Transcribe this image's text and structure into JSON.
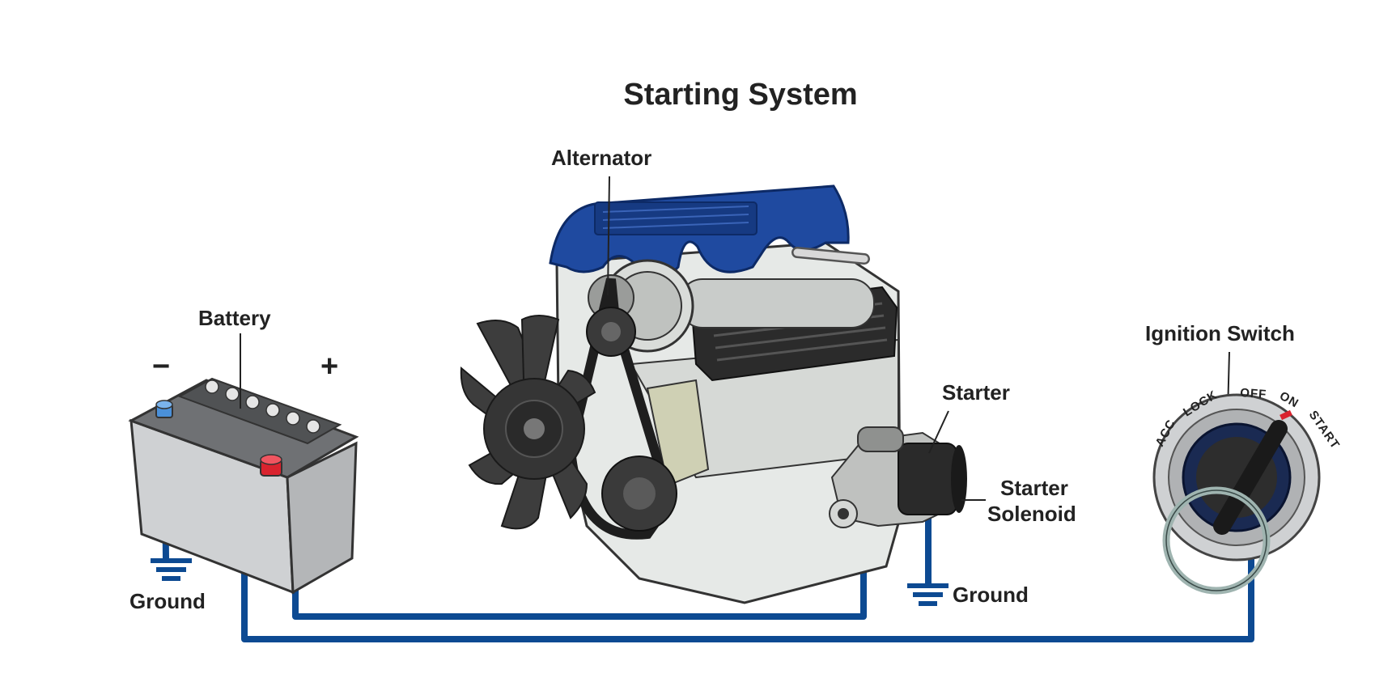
{
  "title": "Starting System",
  "labels": {
    "alternator": "Alternator",
    "battery": "Battery",
    "minus": "−",
    "plus": "+",
    "ground_left": "Ground",
    "starter": "Starter",
    "starter_solenoid_line1": "Starter",
    "starter_solenoid_line2": "Solenoid",
    "ground_right": "Ground",
    "ignition_switch": "Ignition Switch"
  },
  "dial": {
    "acc": "ACC",
    "lock": "LOCK",
    "off": "OFF",
    "on": "ON",
    "start": "START"
  },
  "colors": {
    "wire": "#0d4a92",
    "engine_cover": "#1f4aa0",
    "terminal_positive": "#d9232e",
    "terminal_negative": "#4a90d9"
  }
}
